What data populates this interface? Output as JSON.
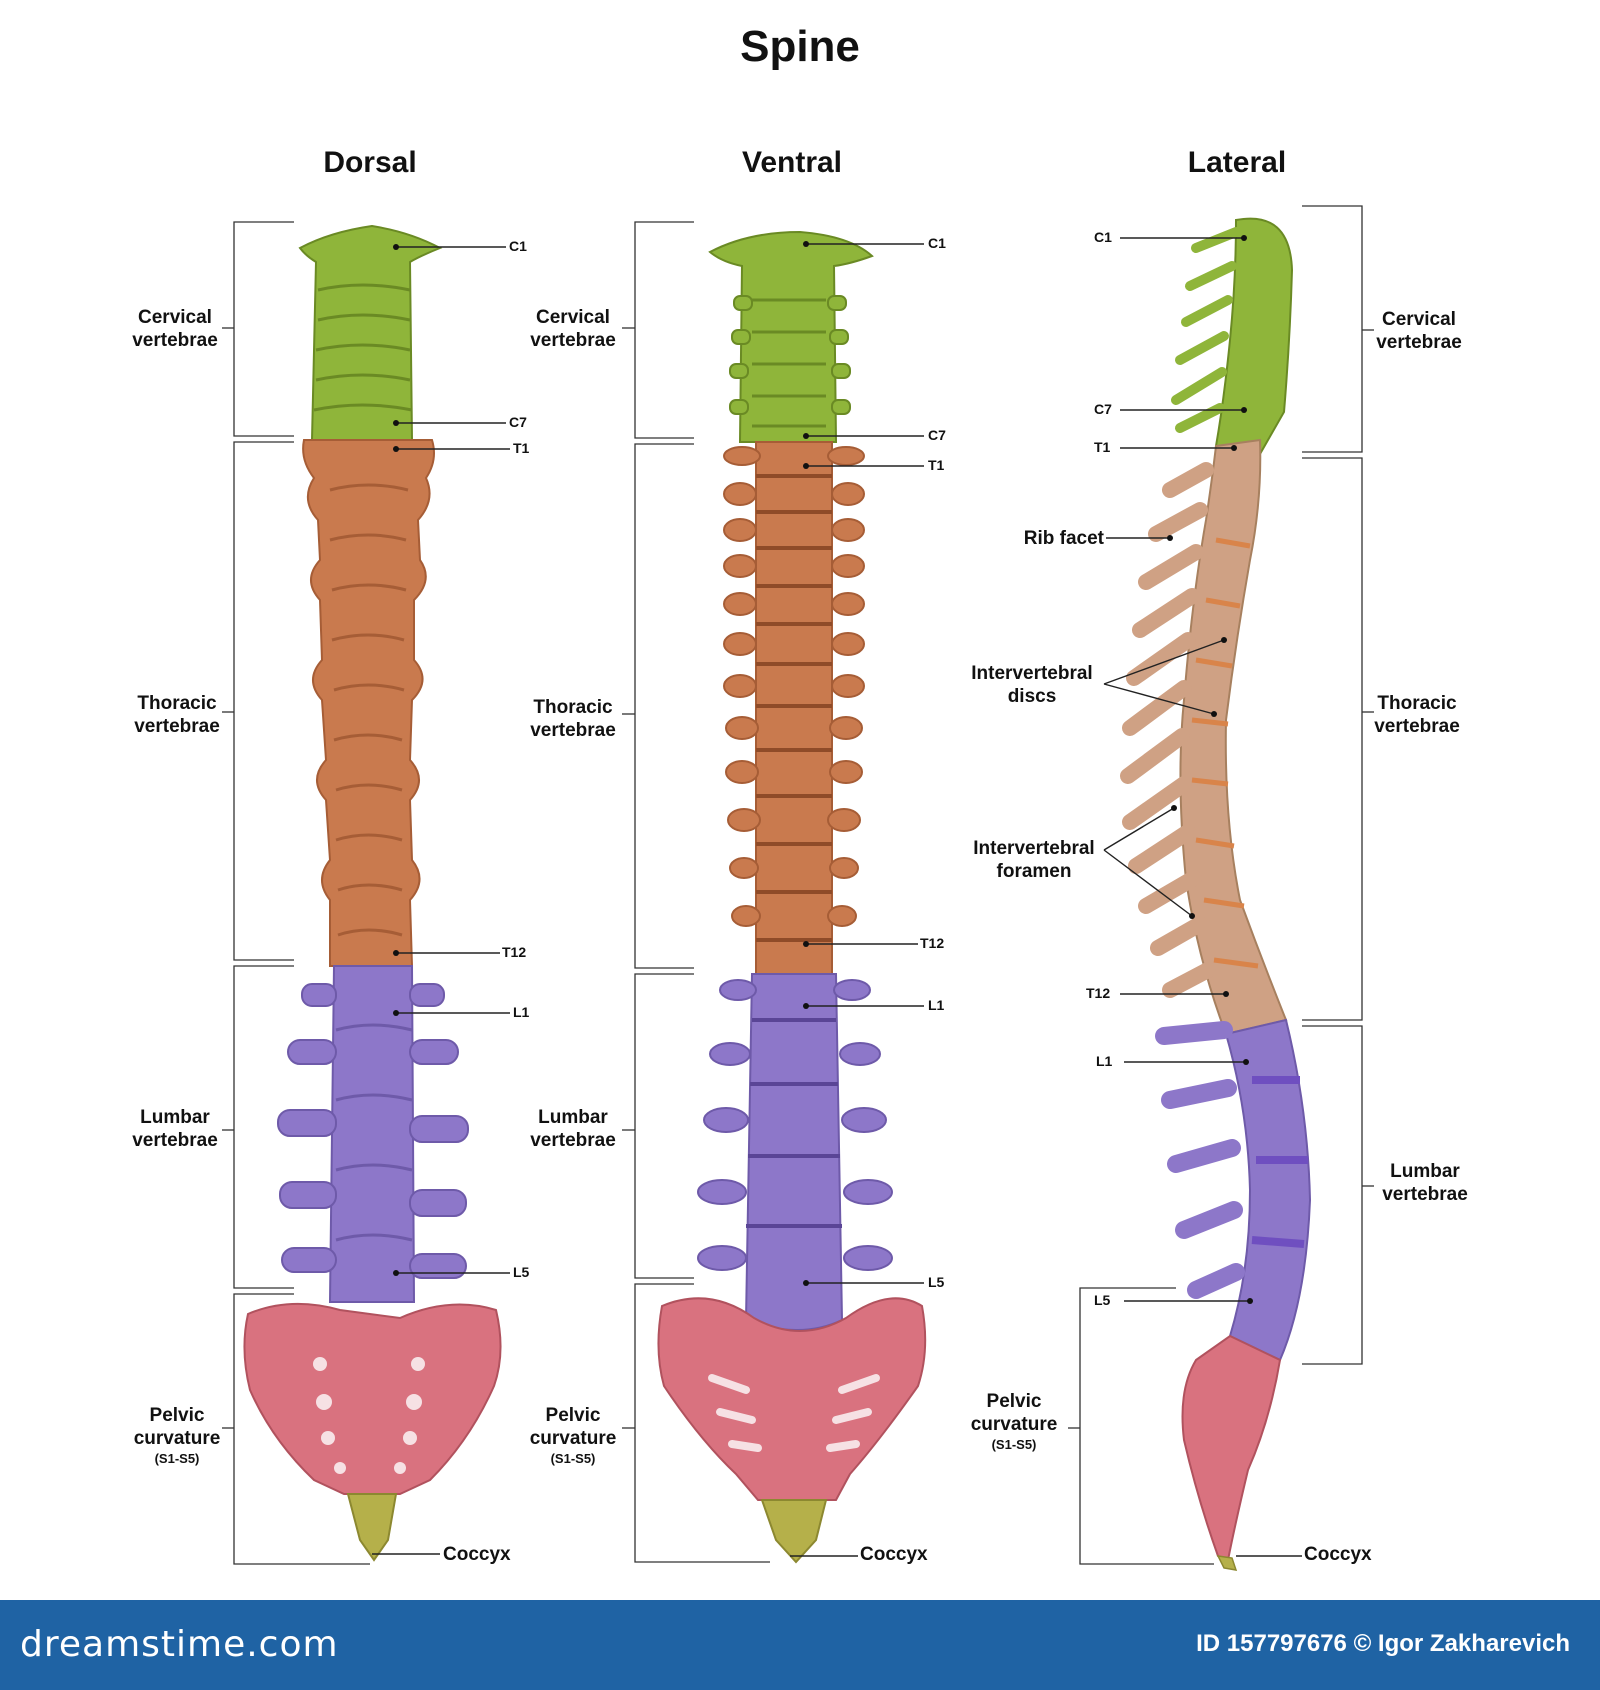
{
  "title": "Spine",
  "views": {
    "dorsal": "Dorsal",
    "ventral": "Ventral",
    "lateral": "Lateral"
  },
  "regions": {
    "cervical": [
      "Cervical",
      "vertebrae"
    ],
    "thoracic": [
      "Thoracic",
      "vertebrae"
    ],
    "lumbar": [
      "Lumbar",
      "vertebrae"
    ],
    "pelvic": [
      "Pelvic",
      "curvature",
      "(S1-S5)"
    ]
  },
  "markers": {
    "c1": "C1",
    "c7": "C7",
    "t1": "T1",
    "t12": "T12",
    "l1": "L1",
    "l5": "L5",
    "coccyx": "Coccyx"
  },
  "lateral_labels": {
    "rib_facet": "Rib facet",
    "intervertebral_discs": [
      "Intervertebral",
      "discs"
    ],
    "intervertebral_foramen": [
      "Intervertebral",
      "foramen"
    ]
  },
  "colors": {
    "cervical": "#8fb53a",
    "thoracic": "#c97a4e",
    "thoracic_lateral": "#cfa184",
    "lumbar": "#8d77c9",
    "pelvic": "#d9727f",
    "coccyx": "#b5b04a",
    "footer": "#1f63a4"
  },
  "footer": {
    "watermark": "dreamstime.com",
    "credit": "ID 157797676 © Igor Zakharevich"
  }
}
